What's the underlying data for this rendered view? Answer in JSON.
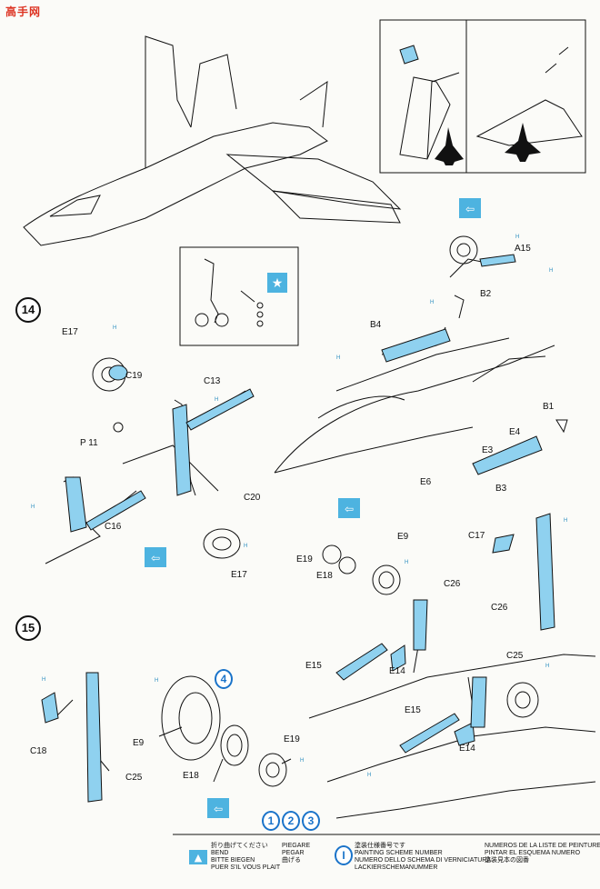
{
  "watermark": "高手网",
  "steps": [
    "14",
    "15"
  ],
  "paint_refs": [
    "4",
    "1",
    "2",
    "3"
  ],
  "parts": {
    "A15": "A15",
    "B2": "B2",
    "B4": "B4",
    "B1": "B1",
    "E4": "E4",
    "E3": "E3",
    "E6": "E6",
    "B3": "B3",
    "E17a": "E17",
    "C19": "C19",
    "C13": "C13",
    "P11": "P 11",
    "C16": "C16",
    "C20": "C20",
    "E17b": "E17",
    "E19a": "E19",
    "E18a": "E18",
    "E9a": "E9",
    "C26a": "C26",
    "C17": "C17",
    "C26b": "C26",
    "E15a": "E15",
    "E14a": "E14",
    "C25a": "C25",
    "C18": "C18",
    "C25b": "C25",
    "E9b": "E9",
    "E18b": "E18",
    "E19b": "E19",
    "E15b": "E15",
    "E14b": "E14"
  },
  "color_code": "H",
  "legend": {
    "bend": [
      "折り曲げてください",
      "BEND",
      "BITTE BIEGEN",
      "PUER S'IL VOUS PLAIT"
    ],
    "bend2": [
      "PIEGARE",
      "PEGAR",
      "曲げる"
    ],
    "paint": [
      "塗装仕様番号です",
      "PAINTING SCHEME NUMBER",
      "NUMERO DELLO SCHEMA DI VERNICIATURA",
      "LACKIERSCHEMANUMMER"
    ],
    "list": [
      "NUMEROS DE LA LISTE DE PEINTURES",
      "PINTAR EL ESQUEMA NUMERO",
      "塗装見本の図番"
    ]
  },
  "icon_color": "#4db3e0",
  "part_color": "#8fd1ef"
}
